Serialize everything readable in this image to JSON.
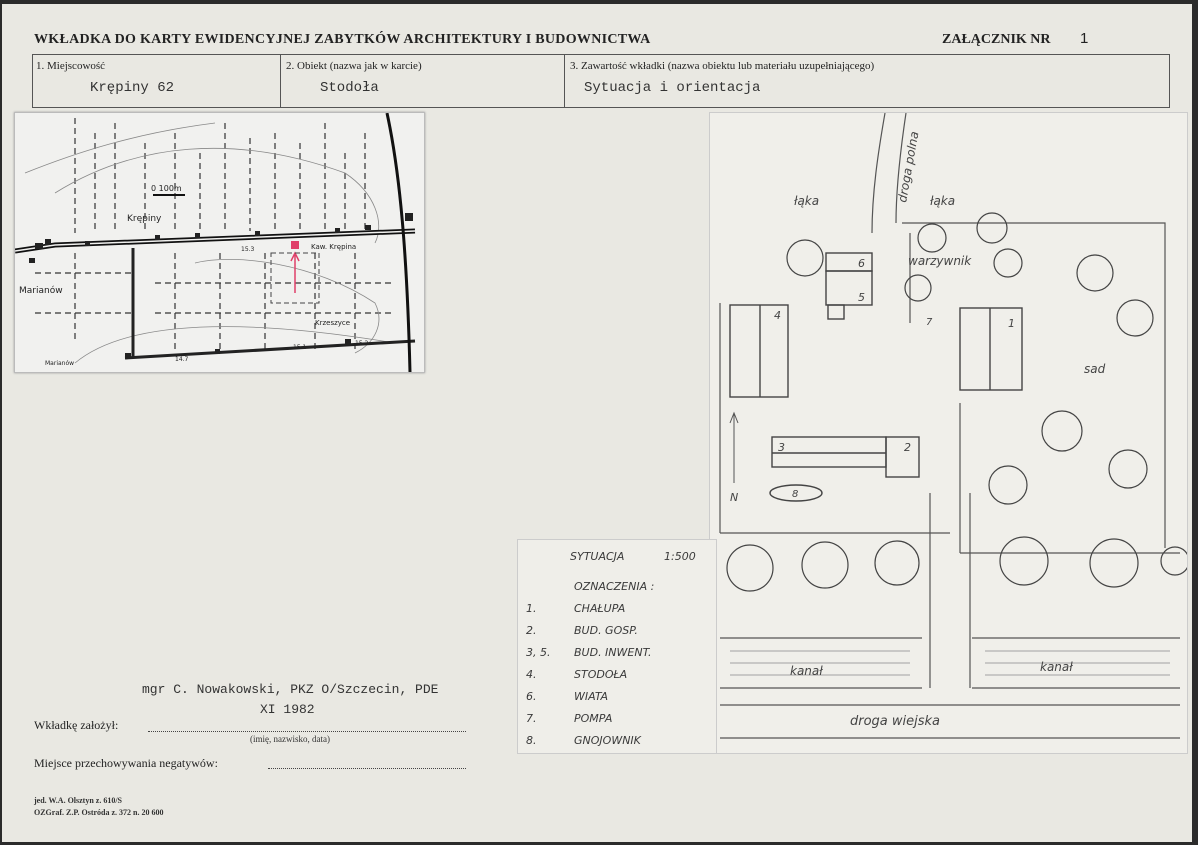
{
  "header": {
    "title": "WKŁADKA DO KARTY EWIDENCYJNEJ ZABYTKÓW ARCHITEKTURY I BUDOWNICTWA",
    "annex_label": "ZAŁĄCZNIK NR",
    "annex_number": "1"
  },
  "fields": {
    "f1_label": "1. Miejscowość",
    "f1_value": "Krępiny 62",
    "f2_label": "2. Obiekt (nazwa jak w karcie)",
    "f2_value": "Stodoła",
    "f3_label": "3. Zawartość wkładki (nazwa obiektu lub materiału uzupełniającego)",
    "f3_value": "Sytuacja i orientacja"
  },
  "map": {
    "scale_label": "0 100m",
    "places": [
      "Krępiny",
      "Marianów",
      "Kaw. Krępina",
      "Krzeszyce",
      "Marianów"
    ],
    "numbers": [
      "15.3",
      "15.1",
      "15.2",
      "14.7"
    ]
  },
  "plan": {
    "labels": {
      "road_field": "droga polna",
      "meadow_left": "łąka",
      "meadow_right": "łąka",
      "garden_veg": "warzywnik",
      "orchard": "sad",
      "canal_left": "kanał",
      "canal_right": "kanał",
      "village_road": "droga wiejska",
      "north": "N"
    },
    "building_numbers": [
      "1",
      "2",
      "3",
      "4",
      "5",
      "6",
      "7",
      "8"
    ]
  },
  "legend": {
    "title": "SYTUACJA",
    "scale": "1:500",
    "heading": "OZNACZENIA :",
    "items": [
      {
        "key": "1.",
        "value": "CHAŁUPA"
      },
      {
        "key": "2.",
        "value": "BUD. GOSP."
      },
      {
        "key": "3, 5.",
        "value": "BUD. INWENT."
      },
      {
        "key": "4.",
        "value": "STODOŁA"
      },
      {
        "key": "6.",
        "value": "WIATA"
      },
      {
        "key": "7.",
        "value": "POMPA"
      },
      {
        "key": "8.",
        "value": "GNOJOWNIK"
      }
    ]
  },
  "footer": {
    "author_value": "mgr C. Nowakowski, PKZ O/Szczecin, PDE",
    "date_value": "XI 1982",
    "author_label": "Wkładkę założył:",
    "author_hint": "(imię, nazwisko, data)",
    "storage_label": "Miejsce przechowywania negatywów:",
    "print1": "jed. W.A. Olsztyn z. 610/S",
    "print2": "OZGraf. Z.P. Ostróda z. 372 n. 20 600"
  },
  "colors": {
    "paper": "#e9e8e2",
    "background": "#2b2b2b",
    "map_marker": "#e0406a"
  }
}
